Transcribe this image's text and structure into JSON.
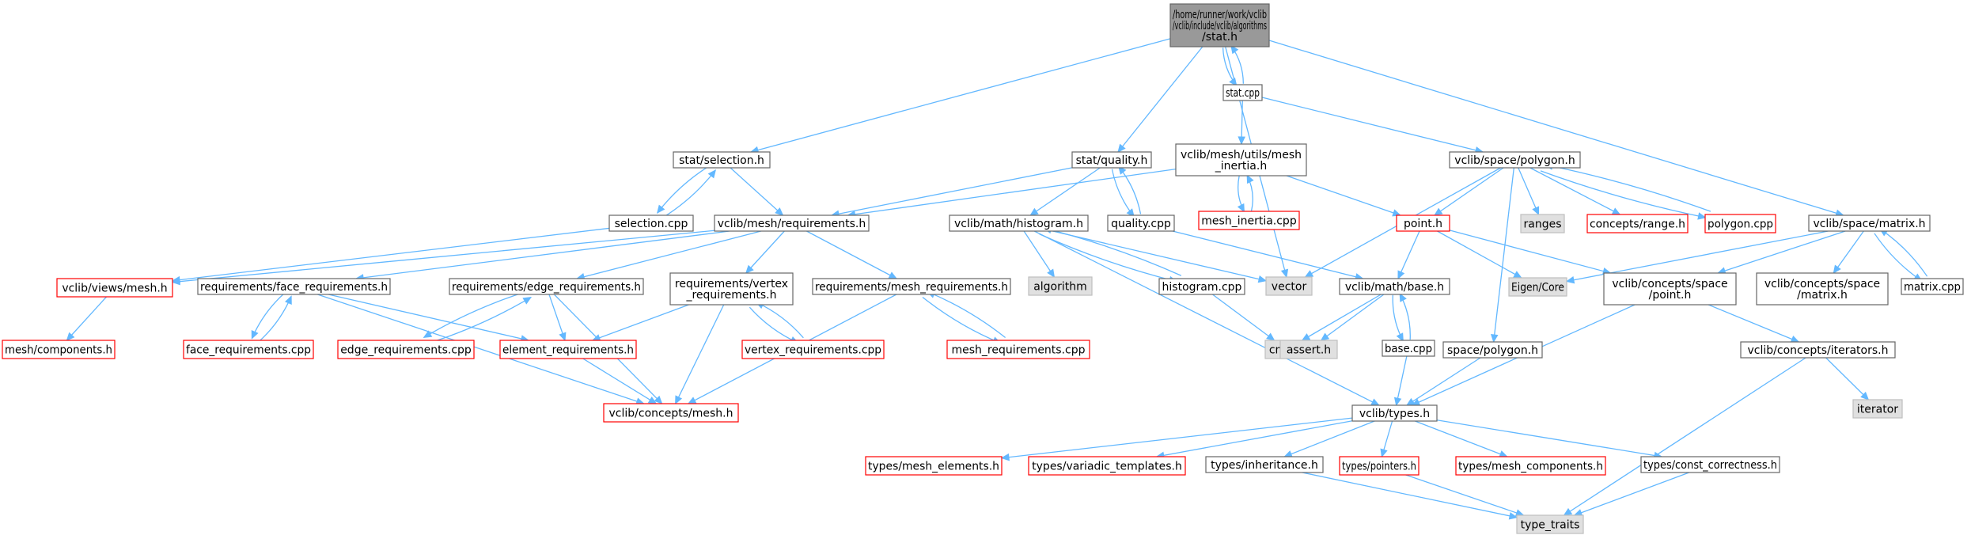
{
  "colors": {
    "edge": "#63b8ff",
    "normal_border": "#666666",
    "normal_fill": "#ffffff",
    "missing_border": "#ff0000",
    "missing_fill": "#ffffff",
    "system_border": "#bfbfbf",
    "system_fill": "#e0e0e0",
    "root_border": "#666666",
    "root_fill": "#999999"
  },
  "nodes": [
    {
      "id": "root",
      "lines": [
        "/home/runner/work/vclib",
        "/vclib/include/vclib/algorithms",
        "/stat.h"
      ],
      "style": "root"
    },
    {
      "id": "stat_cpp",
      "lines": [
        "stat.cpp"
      ],
      "style": "normal"
    },
    {
      "id": "stat_selection",
      "lines": [
        "stat/selection.h"
      ],
      "style": "normal"
    },
    {
      "id": "stat_quality",
      "lines": [
        "stat/quality.h"
      ],
      "style": "normal"
    },
    {
      "id": "mesh_inertia_h",
      "lines": [
        "vclib/mesh/utils/mesh",
        "_inertia.h"
      ],
      "style": "normal"
    },
    {
      "id": "space_polygon_h",
      "lines": [
        "vclib/space/polygon.h"
      ],
      "style": "normal"
    },
    {
      "id": "selection_cpp",
      "lines": [
        "selection.cpp"
      ],
      "style": "normal"
    },
    {
      "id": "mesh_requirements",
      "lines": [
        "vclib/mesh/requirements.h"
      ],
      "style": "normal"
    },
    {
      "id": "histogram_h",
      "lines": [
        "vclib/math/histogram.h"
      ],
      "style": "normal"
    },
    {
      "id": "quality_cpp",
      "lines": [
        "quality.cpp"
      ],
      "style": "normal"
    },
    {
      "id": "mesh_inertia_cpp",
      "lines": [
        "mesh_inertia.cpp"
      ],
      "style": "missing"
    },
    {
      "id": "point_h",
      "lines": [
        "point.h"
      ],
      "style": "missing"
    },
    {
      "id": "ranges",
      "lines": [
        "ranges"
      ],
      "style": "system"
    },
    {
      "id": "concepts_range",
      "lines": [
        "concepts/range.h"
      ],
      "style": "missing"
    },
    {
      "id": "polygon_cpp",
      "lines": [
        "polygon.cpp"
      ],
      "style": "missing"
    },
    {
      "id": "space_matrix",
      "lines": [
        "vclib/space/matrix.h"
      ],
      "style": "normal"
    },
    {
      "id": "views_mesh",
      "lines": [
        "vclib/views/mesh.h"
      ],
      "style": "missing"
    },
    {
      "id": "face_req_h",
      "lines": [
        "requirements/face_requirements.h"
      ],
      "style": "normal"
    },
    {
      "id": "edge_req_h",
      "lines": [
        "requirements/edge_requirements.h"
      ],
      "style": "normal"
    },
    {
      "id": "vertex_req_h",
      "lines": [
        "requirements/vertex",
        "_requirements.h"
      ],
      "style": "normal"
    },
    {
      "id": "mesh_req_h",
      "lines": [
        "requirements/mesh_requirements.h"
      ],
      "style": "normal"
    },
    {
      "id": "algorithm",
      "lines": [
        "algorithm"
      ],
      "style": "system"
    },
    {
      "id": "histogram_cpp",
      "lines": [
        "histogram.cpp"
      ],
      "style": "normal"
    },
    {
      "id": "vector",
      "lines": [
        "vector"
      ],
      "style": "system"
    },
    {
      "id": "math_base",
      "lines": [
        "vclib/math/base.h"
      ],
      "style": "normal"
    },
    {
      "id": "eigen_core",
      "lines": [
        "Eigen/Core"
      ],
      "style": "system"
    },
    {
      "id": "concepts_space_point",
      "lines": [
        "vclib/concepts/space",
        "/point.h"
      ],
      "style": "normal"
    },
    {
      "id": "concepts_space_matrix",
      "lines": [
        "vclib/concepts/space",
        "/matrix.h"
      ],
      "style": "normal"
    },
    {
      "id": "matrix_cpp",
      "lines": [
        "matrix.cpp"
      ],
      "style": "normal"
    },
    {
      "id": "mesh_components",
      "lines": [
        "mesh/components.h"
      ],
      "style": "missing"
    },
    {
      "id": "face_req_cpp",
      "lines": [
        "face_requirements.cpp"
      ],
      "style": "missing"
    },
    {
      "id": "edge_req_cpp",
      "lines": [
        "edge_requirements.cpp"
      ],
      "style": "missing"
    },
    {
      "id": "element_req_h",
      "lines": [
        "element_requirements.h"
      ],
      "style": "missing"
    },
    {
      "id": "vertex_req_cpp",
      "lines": [
        "vertex_requirements.cpp"
      ],
      "style": "missing"
    },
    {
      "id": "mesh_req_cpp",
      "lines": [
        "mesh_requirements.cpp"
      ],
      "style": "missing"
    },
    {
      "id": "cmath",
      "lines": [
        "cmath"
      ],
      "style": "system"
    },
    {
      "id": "assert_h",
      "lines": [
        "assert.h"
      ],
      "style": "system"
    },
    {
      "id": "base_cpp",
      "lines": [
        "base.cpp"
      ],
      "style": "normal"
    },
    {
      "id": "space_polygon_h2",
      "lines": [
        "space/polygon.h"
      ],
      "style": "normal"
    },
    {
      "id": "concepts_iterators",
      "lines": [
        "vclib/concepts/iterators.h"
      ],
      "style": "normal"
    },
    {
      "id": "iterator",
      "lines": [
        "iterator"
      ],
      "style": "system"
    },
    {
      "id": "concepts_mesh",
      "lines": [
        "vclib/concepts/mesh.h"
      ],
      "style": "missing"
    },
    {
      "id": "types_h",
      "lines": [
        "vclib/types.h"
      ],
      "style": "normal"
    },
    {
      "id": "types_mesh_elements",
      "lines": [
        "types/mesh_elements.h"
      ],
      "style": "missing"
    },
    {
      "id": "types_variadic",
      "lines": [
        "types/variadic_templates.h"
      ],
      "style": "missing"
    },
    {
      "id": "types_inheritance",
      "lines": [
        "types/inheritance.h"
      ],
      "style": "normal"
    },
    {
      "id": "types_pointers",
      "lines": [
        "types/pointers.h"
      ],
      "style": "missing"
    },
    {
      "id": "types_mesh_components",
      "lines": [
        "types/mesh_components.h"
      ],
      "style": "missing"
    },
    {
      "id": "types_const",
      "lines": [
        "types/const_correctness.h"
      ],
      "style": "normal"
    },
    {
      "id": "type_traits",
      "lines": [
        "type_traits"
      ],
      "style": "system"
    }
  ],
  "edges": [
    [
      "root",
      "stat_selection"
    ],
    [
      "root",
      "stat_quality"
    ],
    [
      "root",
      "stat_cpp"
    ],
    [
      "root",
      "vector"
    ],
    [
      "root",
      "space_matrix"
    ],
    [
      "stat_cpp",
      "root"
    ],
    [
      "stat_cpp",
      "mesh_inertia_h"
    ],
    [
      "stat_cpp",
      "space_polygon_h"
    ],
    [
      "stat_selection",
      "selection_cpp"
    ],
    [
      "stat_selection",
      "mesh_requirements"
    ],
    [
      "selection_cpp",
      "stat_selection"
    ],
    [
      "selection_cpp",
      "views_mesh"
    ],
    [
      "stat_quality",
      "quality_cpp"
    ],
    [
      "stat_quality",
      "mesh_requirements"
    ],
    [
      "stat_quality",
      "histogram_h"
    ],
    [
      "quality_cpp",
      "stat_quality"
    ],
    [
      "quality_cpp",
      "math_base"
    ],
    [
      "mesh_inertia_h",
      "mesh_inertia_cpp"
    ],
    [
      "mesh_inertia_h",
      "mesh_requirements"
    ],
    [
      "mesh_inertia_h",
      "point_h"
    ],
    [
      "mesh_inertia_cpp",
      "mesh_inertia_h"
    ],
    [
      "space_polygon_h",
      "point_h"
    ],
    [
      "space_polygon_h",
      "ranges"
    ],
    [
      "space_polygon_h",
      "concepts_range"
    ],
    [
      "space_polygon_h",
      "polygon_cpp"
    ],
    [
      "space_polygon_h",
      "vector"
    ],
    [
      "space_polygon_h",
      "space_polygon_h2"
    ],
    [
      "polygon_cpp",
      "space_polygon_h"
    ],
    [
      "mesh_requirements",
      "views_mesh"
    ],
    [
      "mesh_requirements",
      "face_req_h"
    ],
    [
      "mesh_requirements",
      "edge_req_h"
    ],
    [
      "mesh_requirements",
      "vertex_req_h"
    ],
    [
      "mesh_requirements",
      "mesh_req_h"
    ],
    [
      "histogram_h",
      "algorithm"
    ],
    [
      "histogram_h",
      "histogram_cpp"
    ],
    [
      "histogram_h",
      "vector"
    ],
    [
      "histogram_h",
      "types_h"
    ],
    [
      "histogram_cpp",
      "histogram_h"
    ],
    [
      "histogram_cpp",
      "cmath"
    ],
    [
      "point_h",
      "math_base"
    ],
    [
      "point_h",
      "eigen_core"
    ],
    [
      "point_h",
      "concepts_space_point"
    ],
    [
      "space_matrix",
      "eigen_core"
    ],
    [
      "space_matrix",
      "concepts_space_point"
    ],
    [
      "space_matrix",
      "concepts_space_matrix"
    ],
    [
      "space_matrix",
      "matrix_cpp"
    ],
    [
      "matrix_cpp",
      "space_matrix"
    ],
    [
      "views_mesh",
      "mesh_components"
    ],
    [
      "face_req_h",
      "face_req_cpp"
    ],
    [
      "face_req_h",
      "element_req_h"
    ],
    [
      "face_req_h",
      "concepts_mesh"
    ],
    [
      "face_req_cpp",
      "face_req_h"
    ],
    [
      "edge_req_h",
      "edge_req_cpp"
    ],
    [
      "edge_req_h",
      "element_req_h"
    ],
    [
      "edge_req_h",
      "concepts_mesh"
    ],
    [
      "edge_req_cpp",
      "edge_req_h"
    ],
    [
      "vertex_req_h",
      "vertex_req_cpp"
    ],
    [
      "vertex_req_h",
      "element_req_h"
    ],
    [
      "vertex_req_h",
      "concepts_mesh"
    ],
    [
      "vertex_req_cpp",
      "vertex_req_h"
    ],
    [
      "mesh_req_h",
      "mesh_req_cpp"
    ],
    [
      "mesh_req_h",
      "concepts_mesh"
    ],
    [
      "mesh_req_cpp",
      "mesh_req_h"
    ],
    [
      "element_req_h",
      "concepts_mesh"
    ],
    [
      "math_base",
      "cmath"
    ],
    [
      "math_base",
      "assert_h"
    ],
    [
      "math_base",
      "base_cpp"
    ],
    [
      "base_cpp",
      "math_base"
    ],
    [
      "base_cpp",
      "types_h"
    ],
    [
      "space_polygon_h2",
      "types_h"
    ],
    [
      "concepts_space_point",
      "types_h"
    ],
    [
      "concepts_space_point",
      "concepts_iterators"
    ],
    [
      "concepts_iterators",
      "iterator"
    ],
    [
      "concepts_iterators",
      "type_traits"
    ],
    [
      "types_h",
      "types_mesh_elements"
    ],
    [
      "types_h",
      "types_variadic"
    ],
    [
      "types_h",
      "types_inheritance"
    ],
    [
      "types_h",
      "types_pointers"
    ],
    [
      "types_h",
      "types_mesh_components"
    ],
    [
      "types_h",
      "types_const"
    ],
    [
      "types_inheritance",
      "type_traits"
    ],
    [
      "types_pointers",
      "type_traits"
    ],
    [
      "types_const",
      "type_traits"
    ]
  ]
}
